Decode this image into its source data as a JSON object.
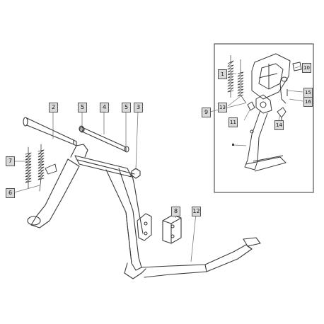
{
  "diagram": {
    "callouts": [
      "1",
      "2",
      "3",
      "4",
      "5",
      "5",
      "6",
      "7",
      "8",
      "9",
      "10",
      "11",
      "12",
      "13",
      "14",
      "15",
      "16"
    ],
    "colors": {
      "line": "#3a3a3a",
      "label_bg": "#d9d9d9",
      "leader": "#777777",
      "inset_border": "#555555"
    }
  }
}
